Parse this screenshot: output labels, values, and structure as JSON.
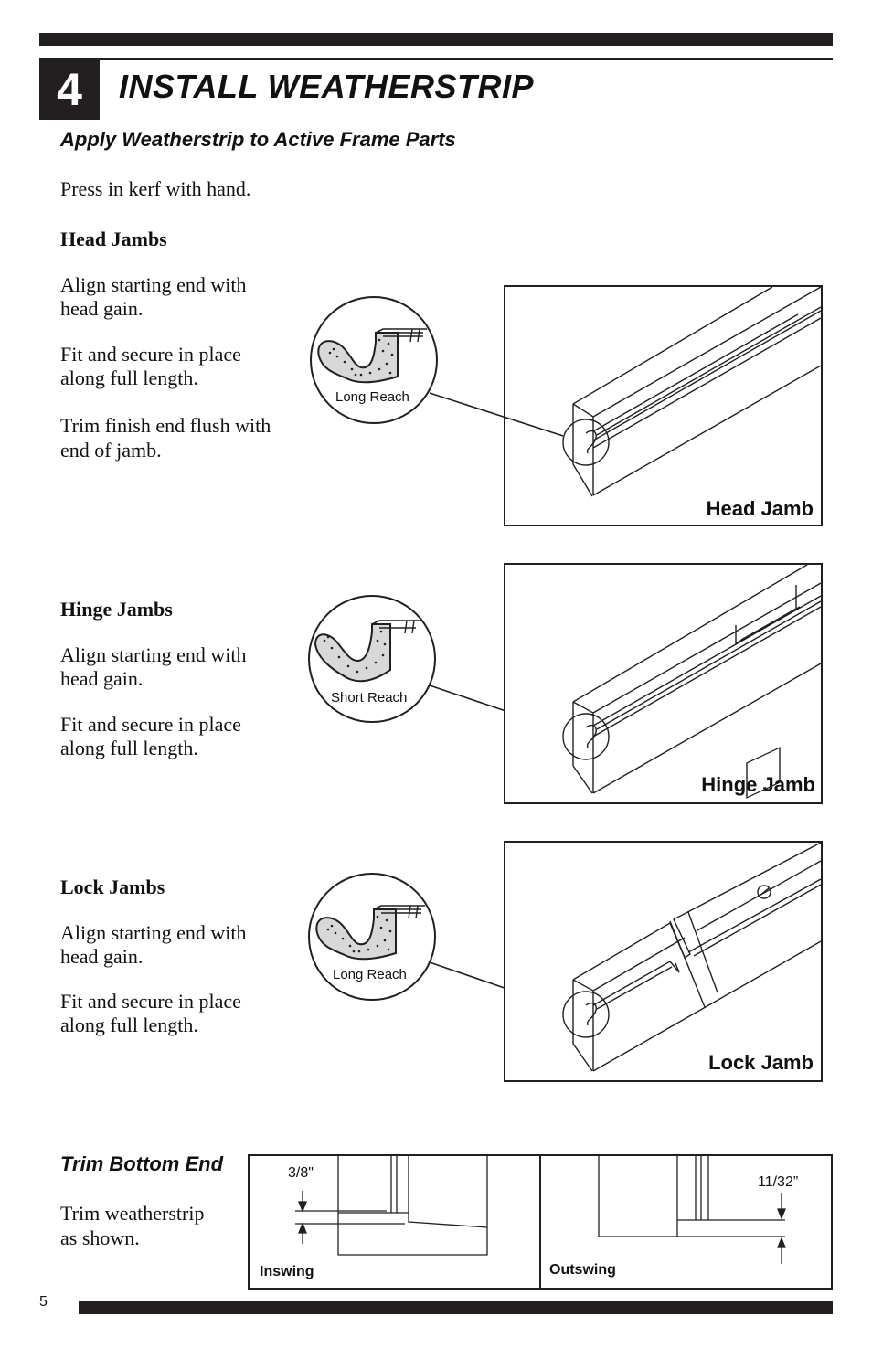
{
  "header": {
    "step_number": "4",
    "title": "INSTALL WEATHERSTRIP"
  },
  "section1": {
    "subtitle": "Apply Weatherstrip to Active Frame Parts",
    "intro": "Press in kerf with hand."
  },
  "head": {
    "heading": "Head Jambs",
    "p1_l1": "Align starting end with",
    "p1_l2": "head gain.",
    "p2_l1": "Fit and secure in place",
    "p2_l2": "along full length.",
    "p3_l1": "Trim finish end flush with",
    "p3_l2": "end of jamb.",
    "detail_label": "Long Reach",
    "figure_label": "Head Jamb"
  },
  "hinge": {
    "heading": "Hinge Jambs",
    "p1_l1": "Align starting end with",
    "p1_l2": "head gain.",
    "p2_l1": "Fit and secure in place",
    "p2_l2": "along full length.",
    "detail_label": "Short Reach",
    "figure_label": "Hinge Jamb"
  },
  "lock": {
    "heading": "Lock Jambs",
    "p1_l1": "Align starting end with",
    "p1_l2": "head gain.",
    "p2_l1": "Fit and secure in place",
    "p2_l2": "along full length.",
    "detail_label": "Long Reach",
    "figure_label": "Lock Jamb"
  },
  "trim": {
    "heading": "Trim Bottom End",
    "p1_l1": "Trim weatherstrip",
    "p1_l2": "as shown.",
    "inswing_label": "Inswing",
    "inswing_dim": "3/8\"",
    "outswing_label": "Outswing",
    "outswing_dim": "11/32”"
  },
  "footer": {
    "page_number": "5"
  }
}
